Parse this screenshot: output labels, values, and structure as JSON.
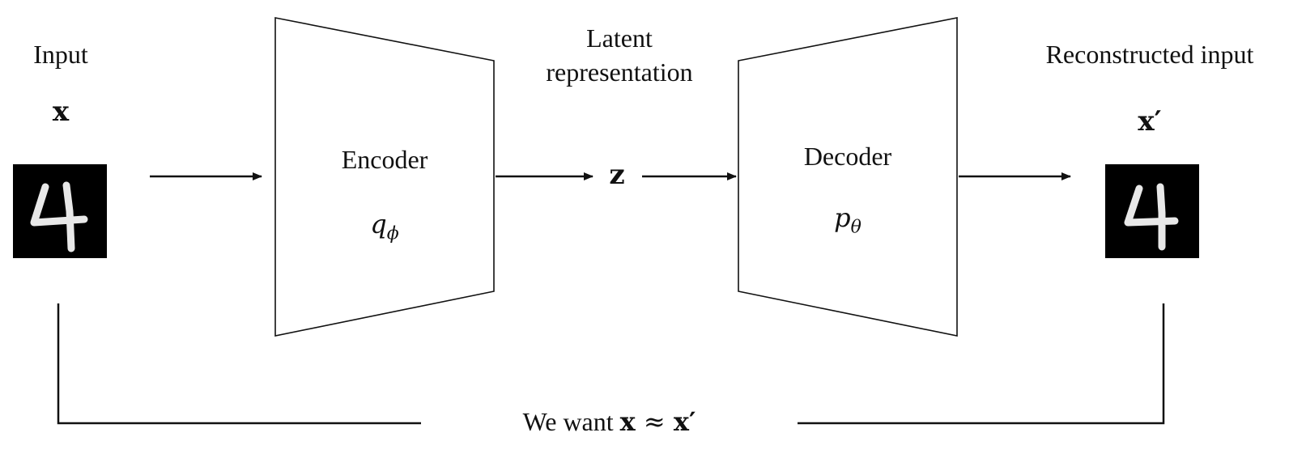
{
  "input": {
    "label": "Input",
    "symbol": "x",
    "image_icon": "handwritten-digit-4"
  },
  "encoder": {
    "label": "Encoder",
    "symbol_base": "q",
    "symbol_sub": "ϕ"
  },
  "latent": {
    "label_line1": "Latent",
    "label_line2": "representation",
    "symbol": "z"
  },
  "decoder": {
    "label": "Decoder",
    "symbol_base": "p",
    "symbol_sub": "θ"
  },
  "output": {
    "label": "Reconstructed input",
    "symbol": "x′",
    "image_icon": "handwritten-digit-4"
  },
  "objective": {
    "prefix": "We want ",
    "lhs": "x",
    "relation": " ≈ ",
    "rhs": "x′"
  },
  "colors": {
    "stroke": "#111111",
    "image_background": "#000000",
    "digit_stroke": "#e8e8e8"
  }
}
